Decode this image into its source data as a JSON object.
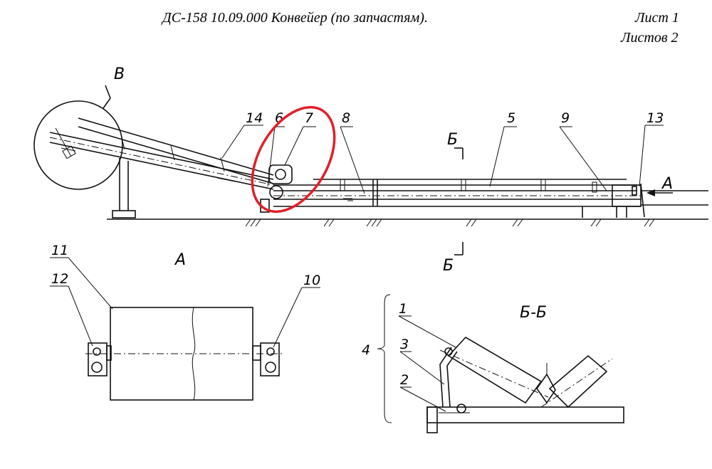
{
  "header": {
    "title": "ДС-158 10.09.000 Конвейер (по запчастям).",
    "sheet": "Лист 1",
    "sheets_total": "Листов 2"
  },
  "views": {
    "detail_callout": "В",
    "view_a": "А",
    "section_mark_top": "Б",
    "section_mark_bottom": "Б",
    "section_view": "Б-Б",
    "arrow_a": "А"
  },
  "callouts": {
    "p1": "1",
    "p2": "2",
    "p3": "3",
    "p4": "4",
    "p5": "5",
    "p6": "6",
    "p7": "7",
    "p8": "8",
    "p9": "9",
    "p10": "10",
    "p11": "11",
    "p12": "12",
    "p13": "13",
    "p14": "14"
  },
  "highlight_color": "#e0202a"
}
